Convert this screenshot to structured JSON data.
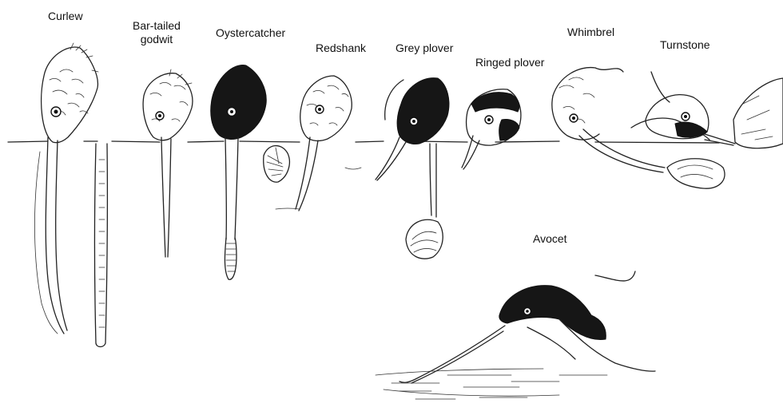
{
  "labels": {
    "curlew": "Curlew",
    "bar_tailed_godwit": "Bar-tailed\ngodwit",
    "oystercatcher": "Oystercatcher",
    "redshank": "Redshank",
    "grey_plover": "Grey plover",
    "ringed_plover": "Ringed plover",
    "whimbrel": "Whimbrel",
    "turnstone": "Turnstone",
    "avocet": "Avocet"
  },
  "colors": {
    "ink": "#222222",
    "dark_plumage": "#161616",
    "background": "#ffffff"
  }
}
